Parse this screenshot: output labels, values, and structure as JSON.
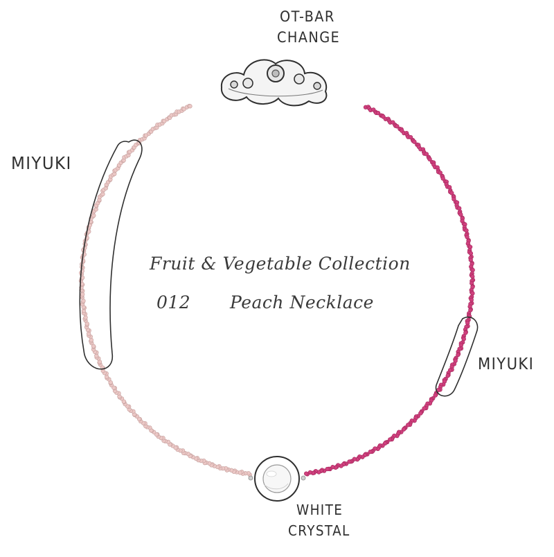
{
  "title": {
    "line1": "Fruit & Vegetable Collection",
    "line2_number": "012",
    "line2_name": "Peach Necklace"
  },
  "labels": {
    "clasp": [
      "OT-BAR",
      "CHANGE"
    ],
    "miyuki_left": "MIYUKI",
    "miyuki_right": "MIYUKI",
    "crystal": [
      "WHITE",
      "CRYSTAL"
    ]
  },
  "colors": {
    "light_pink_beads": "#ecc8c6",
    "magenta_beads": "#d1417f",
    "magenta_dark": "#a82a5f",
    "pencil": "#2f2f2f",
    "silver": "#c9c9c9"
  },
  "icons": {
    "clasp": "ot-bar-clasp-icon",
    "crystal": "crystal-bead-icon"
  }
}
